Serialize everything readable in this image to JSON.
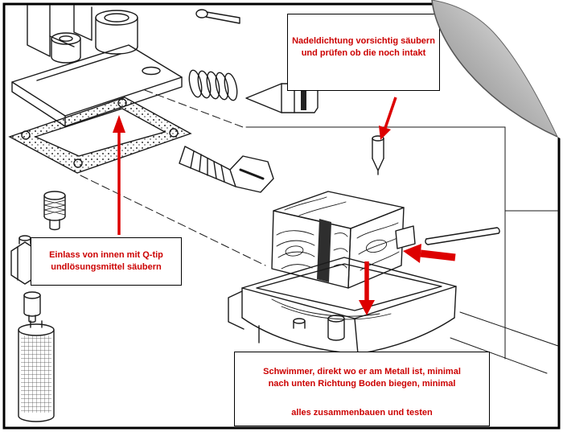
{
  "annotations": [
    {
      "id": "needle-seal",
      "lines": [
        "Nadeldichtung vorsichtig säubern",
        "und prüfen ob die noch intakt"
      ]
    },
    {
      "id": "inlet",
      "lines": [
        "Einlass von innen mit Q-tip",
        "undlösungsmittel säubern"
      ]
    },
    {
      "id": "float",
      "lines": [
        "Schwimmer, direkt wo er am Metall ist, minimal",
        "nach unten Richtung Boden biegen, minimal",
        "alles zusammenbauen und testen"
      ]
    }
  ],
  "colors": {
    "annotation_text": "#cc0000",
    "arrow": "#dd0000",
    "line_art": "#1a1a1a",
    "page_background": "#ffffff",
    "border": "#000000",
    "curl_shadow": "#8a8a8a"
  }
}
